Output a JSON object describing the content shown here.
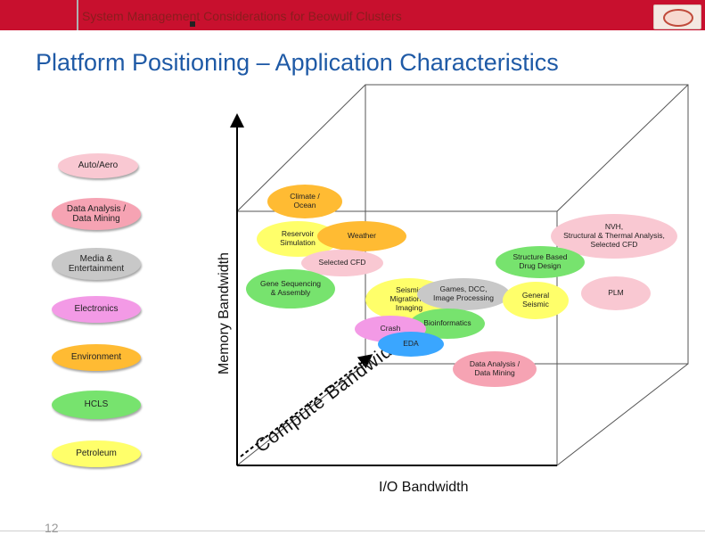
{
  "header": {
    "title": "System Management Considerations for Beowulf Clusters",
    "bar_color": "#c8102e"
  },
  "page_title": "Platform Positioning – Application Characteristics",
  "legend": [
    {
      "label": "Auto/Aero",
      "color": "#f9c8d2"
    },
    {
      "label": "Data Analysis /\nData Mining",
      "color": "#f6a3b3"
    },
    {
      "label": "Media &\nEntertainment",
      "color": "#c8c8c8"
    },
    {
      "label": "Electronics",
      "color": "#f39ae6"
    },
    {
      "label": "Environment",
      "color": "#ffbb33"
    },
    {
      "label": "HCLS",
      "color": "#77e36e"
    },
    {
      "label": "Petroleum",
      "color": "#ffff6a"
    }
  ],
  "axes": {
    "memory": "Memory Bandwidth",
    "compute": "Compute Bandwidth",
    "io": "I/O Bandwidth"
  },
  "applications": [
    {
      "label": "Climate /\nOcean",
      "color": "#ffbb33"
    },
    {
      "label": "Reservoir\nSimulation",
      "color": "#ffff6a"
    },
    {
      "label": "Weather",
      "color": "#ffbb33"
    },
    {
      "label": "NVH,\nStructural & Thermal Analysis,\nSelected CFD",
      "color": "#f9c8d2"
    },
    {
      "label": "Structure Based\nDrug Design",
      "color": "#77e36e"
    },
    {
      "label": "Selected CFD",
      "color": "#f9c8d2"
    },
    {
      "label": "Gene Sequencing\n& Assembly",
      "color": "#77e36e"
    },
    {
      "label": "Seismic\nMigration &\nImaging",
      "color": "#ffff6a"
    },
    {
      "label": "Games, DCC,\nImage Processing",
      "color": "#c8c8c8"
    },
    {
      "label": "General\nSeismic",
      "color": "#ffff6a"
    },
    {
      "label": "PLM",
      "color": "#f9c8d2"
    },
    {
      "label": "Bioinformatics",
      "color": "#77e36e"
    },
    {
      "label": "Crash",
      "color": "#f39ae6"
    },
    {
      "label": "EDA",
      "color": "#3aa6ff"
    },
    {
      "label": "Data Analysis /\nData Mining",
      "color": "#f6a3b3"
    }
  ],
  "page_number": "12"
}
